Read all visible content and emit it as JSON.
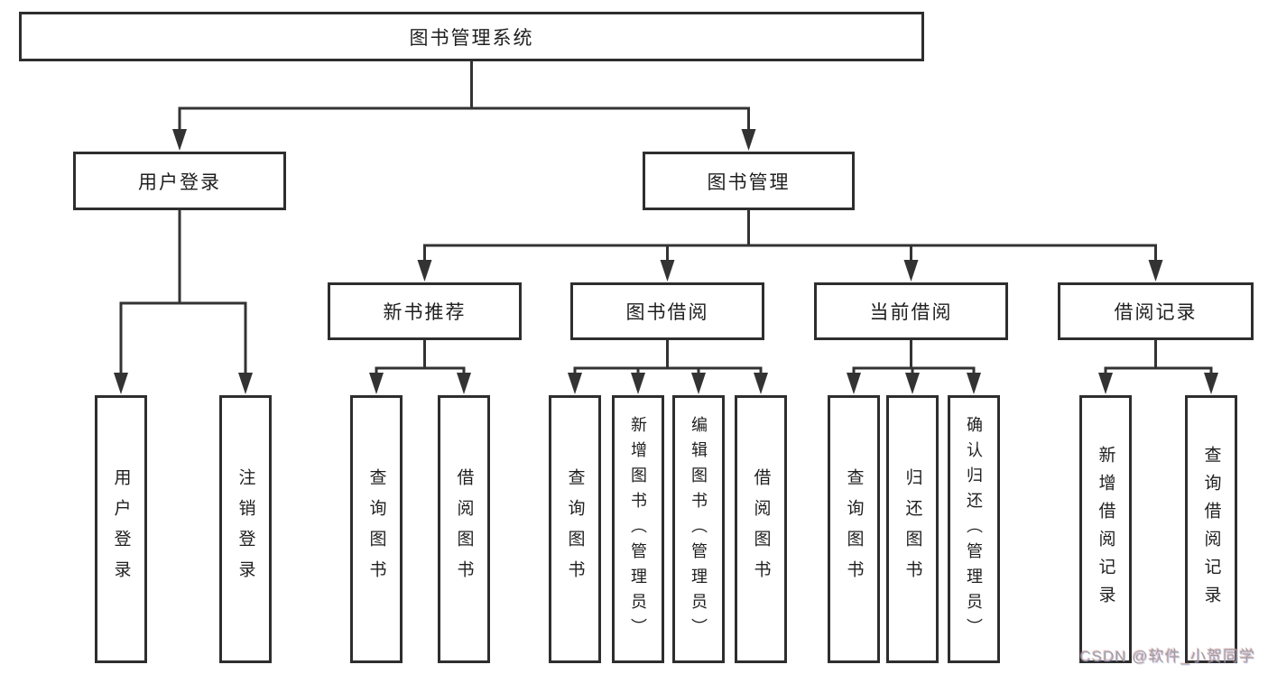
{
  "page": {
    "background": "#ffffff"
  },
  "colors": {
    "line": "#333333",
    "node_border": "#2e2e2e",
    "node_fill": "#ffffff",
    "text": "#1f1f1f",
    "watermark_text": "#9f9f9f"
  },
  "watermark": {
    "label": "CSDN @软件_小贺同学"
  },
  "tree": {
    "root": {
      "label": "图书管理系统"
    },
    "branches": [
      {
        "label": "用户登录",
        "children": [
          {
            "label": "用户登录"
          },
          {
            "label": "注销登录"
          }
        ]
      },
      {
        "label": "图书管理",
        "children": [
          {
            "label": "新书推荐",
            "children": [
              {
                "label": "查询图书"
              },
              {
                "label": "借阅图书"
              }
            ]
          },
          {
            "label": "图书借阅",
            "children": [
              {
                "label": "查询图书"
              },
              {
                "label": "新增图书（管理员）"
              },
              {
                "label": "编辑图书（管理员）"
              },
              {
                "label": "借阅图书"
              }
            ]
          },
          {
            "label": "当前借阅",
            "children": [
              {
                "label": "查询图书"
              },
              {
                "label": "归还图书"
              },
              {
                "label": "确认归还（管理员）"
              }
            ]
          },
          {
            "label": "借阅记录",
            "children": [
              {
                "label": "新增借阅记录"
              },
              {
                "label": "查询借阅记录"
              }
            ]
          }
        ]
      }
    ]
  }
}
